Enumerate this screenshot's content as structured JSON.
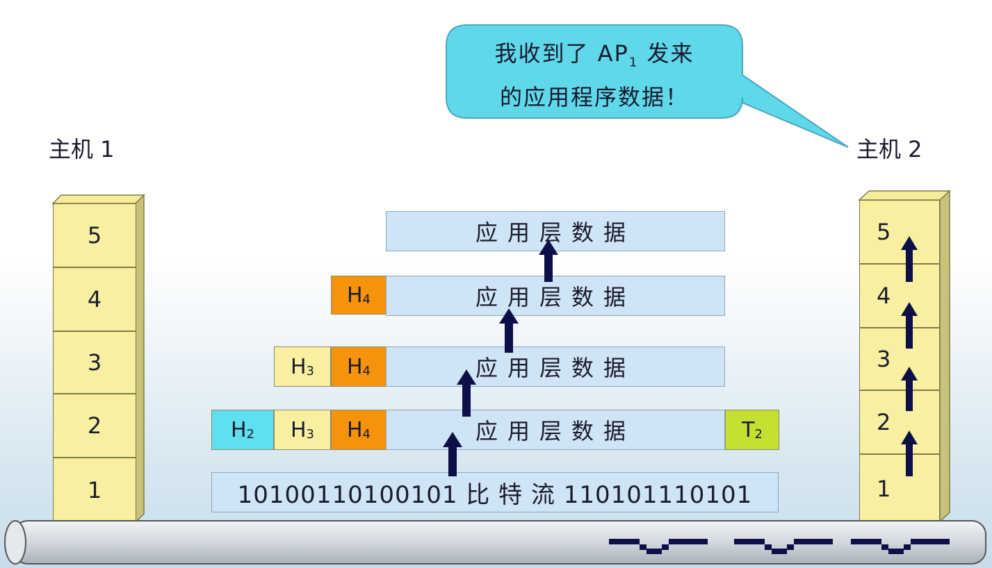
{
  "speech": {
    "line1_prefix": "我收到了 AP",
    "line1_sub": "1",
    "line1_suffix": " 发来",
    "line2": "的应用程序数据！"
  },
  "hosts": {
    "left_label": "主机 1",
    "right_label": "主机 2",
    "layers": [
      "5",
      "4",
      "3",
      "2",
      "1"
    ]
  },
  "pdu": {
    "app_data": "应用层数据",
    "bitstream": "10100110100101 比 特 流 110101110101",
    "headers": {
      "h2": {
        "letter": "H",
        "sub": "2",
        "color": "#5fe0ee"
      },
      "h3": {
        "letter": "H",
        "sub": "3",
        "color": "#f8f0a0"
      },
      "h4": {
        "letter": "H",
        "sub": "4",
        "color": "#f5940a"
      },
      "t2": {
        "letter": "T",
        "sub": "2",
        "color": "#c5e030"
      }
    },
    "bar_color": "#cfe4f4"
  },
  "colors": {
    "stack": "#f8f0a0",
    "arrow": "#0d1048",
    "bubble": "#5fd8ea",
    "cable": "#d7dce2"
  }
}
